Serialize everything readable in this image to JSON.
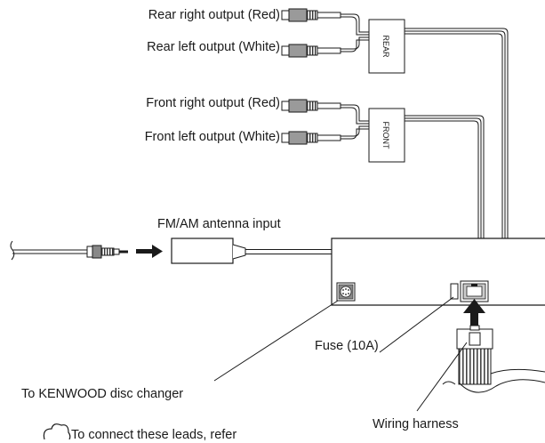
{
  "labels": {
    "rear_right": "Rear right output (Red)",
    "rear_left": "Rear left output (White)",
    "rear_box": "REAR",
    "front_right": "Front right output (Red)",
    "front_left": "Front left output (White)",
    "front_box": "FRONT",
    "antenna": "FM/AM antenna input",
    "fuse": "Fuse (10A)",
    "disc_changer": "To KENWOOD disc changer",
    "wiring_harness": "Wiring harness",
    "note": "To connect these leads, refer"
  },
  "icons": {
    "note": "cloud-icon",
    "arrow": "arrow-right-icon",
    "insert": "arrow-up-icon"
  }
}
